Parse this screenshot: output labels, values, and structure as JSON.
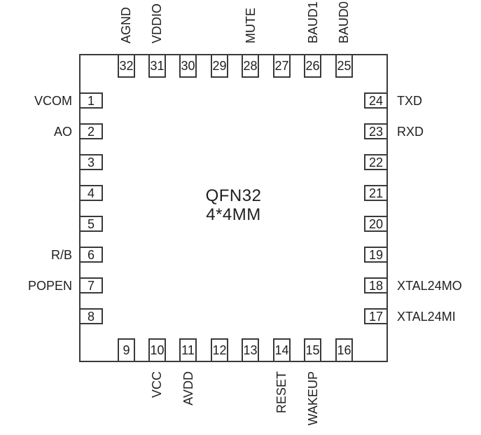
{
  "chip": {
    "name": "QFN32",
    "size": "4*4MM"
  },
  "pins": {
    "top": [
      {
        "num": "32",
        "label": "AGND"
      },
      {
        "num": "31",
        "label": "VDDIO"
      },
      {
        "num": "30",
        "label": ""
      },
      {
        "num": "29",
        "label": ""
      },
      {
        "num": "28",
        "label": "MUTE"
      },
      {
        "num": "27",
        "label": ""
      },
      {
        "num": "26",
        "label": "BAUD1"
      },
      {
        "num": "25",
        "label": "BAUD0"
      }
    ],
    "left": [
      {
        "num": "1",
        "label": "VCOM"
      },
      {
        "num": "2",
        "label": "AO"
      },
      {
        "num": "3",
        "label": ""
      },
      {
        "num": "4",
        "label": ""
      },
      {
        "num": "5",
        "label": ""
      },
      {
        "num": "6",
        "label": "R/B"
      },
      {
        "num": "7",
        "label": "POPEN"
      },
      {
        "num": "8",
        "label": ""
      }
    ],
    "right": [
      {
        "num": "24",
        "label": "TXD"
      },
      {
        "num": "23",
        "label": "RXD"
      },
      {
        "num": "22",
        "label": ""
      },
      {
        "num": "21",
        "label": ""
      },
      {
        "num": "20",
        "label": ""
      },
      {
        "num": "19",
        "label": ""
      },
      {
        "num": "18",
        "label": "XTAL24MO"
      },
      {
        "num": "17",
        "label": "XTAL24MI"
      }
    ],
    "bottom": [
      {
        "num": "9",
        "label": ""
      },
      {
        "num": "10",
        "label": "VCC"
      },
      {
        "num": "11",
        "label": "AVDD"
      },
      {
        "num": "12",
        "label": ""
      },
      {
        "num": "13",
        "label": ""
      },
      {
        "num": "14",
        "label": "RESET"
      },
      {
        "num": "15",
        "label": "WAKEUP"
      },
      {
        "num": "16",
        "label": ""
      }
    ]
  },
  "colors": {
    "line": "#3a3a3a",
    "text": "#1f1f1f",
    "background": "#ffffff"
  }
}
